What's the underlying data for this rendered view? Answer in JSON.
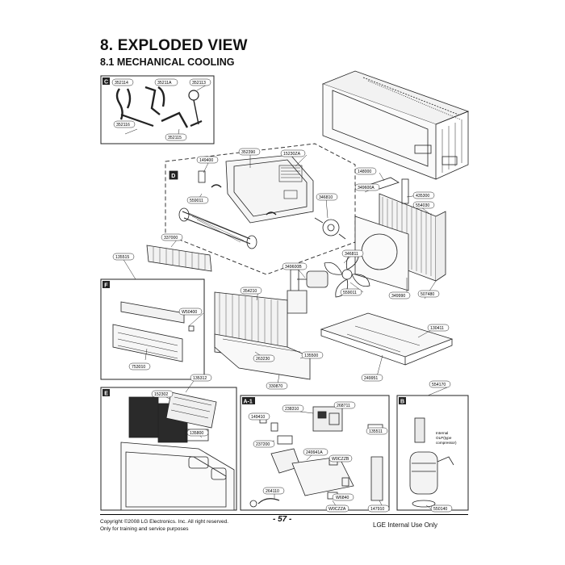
{
  "header": {
    "title": "8. EXPLODED VIEW",
    "subtitle": "8.1 MECHANICAL COOLING"
  },
  "sections": {
    "c": "C",
    "d": "D",
    "f": "F",
    "e": "E",
    "a1": "A-1",
    "b": "B"
  },
  "parts": {
    "p352114": "352114",
    "p35211A": "35211A",
    "p352113": "352113",
    "p352116": "352116",
    "p352115": "352115",
    "p352390": "352390",
    "p149400": "149400",
    "p15230ZA": "15230ZA",
    "p148000": "148000",
    "p349600A": "349600A",
    "p346810": "346810",
    "p559011a": "559011",
    "p435300": "435300",
    "p554030": "554030",
    "p337000": "337000",
    "p135515": "135515",
    "p346811": "346811",
    "p349600B": "349600B",
    "p559011b": "559011",
    "p349990": "349990",
    "p507480": "507480",
    "p354210": "354210",
    "pW50400": "W50400",
    "p130411": "130411",
    "p753010": "753010",
    "p263230": "263230",
    "p135500": "135500",
    "p330870": "330870",
    "p249951": "249951",
    "p135312": "135312",
    "p554170": "554170",
    "p152302": "152302",
    "p135800": "135800",
    "p149410": "149410",
    "p238310": "238310",
    "p268711": "268711",
    "p135511": "135511",
    "p237200": "237200",
    "p249941A": "249941A",
    "pW0CZZB": "W0CZZB",
    "p264110": "264110",
    "pW6840": "W6840",
    "pW0CZZA": "W0CZZA",
    "p147910": "147910",
    "p550140": "550140",
    "internal1": "Internal",
    "internal2": "OLP(type",
    "internal3": "compressor)"
  },
  "footer": {
    "copyright": "Copyright ©2008 LG Electronics. Inc. All right reserved.",
    "training": "Only for training and service purposes",
    "page": "- 57 -",
    "internal_use": "LGE Internal Use Only"
  }
}
